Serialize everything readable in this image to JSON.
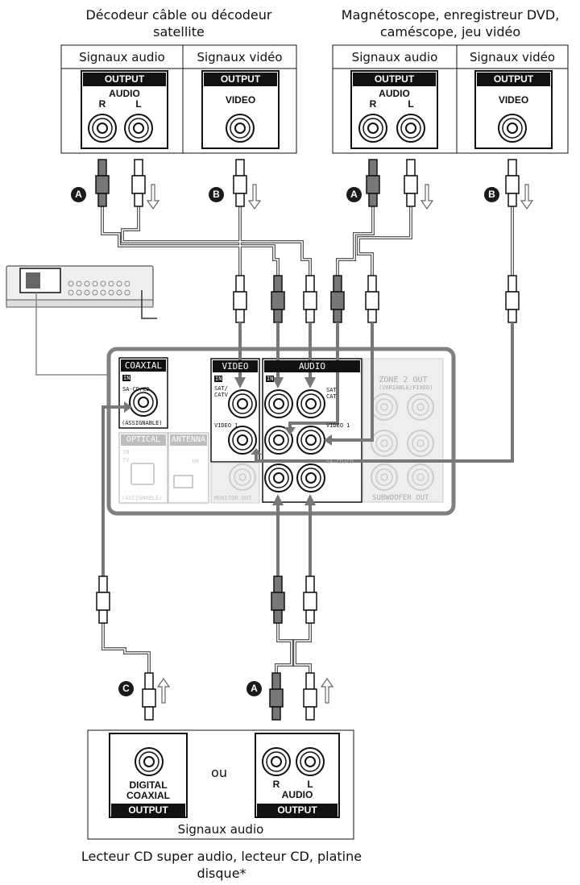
{
  "devices": {
    "cable_box": {
      "caption": "Décodeur câble ou décodeur satellite"
    },
    "vcr": {
      "caption": "Magnétoscope, enregistreur DVD, caméscope, jeu vidéo"
    },
    "cd_player": {
      "caption": "Lecteur CD super audio, lecteur CD, platine disque*"
    }
  },
  "labels": {
    "audio_signals": "Signaux audio",
    "video_signals": "Signaux vidéo",
    "output": "OUTPUT",
    "audio": "AUDIO",
    "video": "VIDEO",
    "r": "R",
    "l": "L",
    "or": "ou",
    "digital": "DIGITAL",
    "coaxial": "COAXIAL"
  },
  "badges": {
    "a": "A",
    "b": "B",
    "c": "C"
  },
  "receiver": {
    "coaxial": "COAXIAL",
    "in": "IN",
    "sacd": "SA-CD/CD",
    "assignable": "(ASSIGNABLE)",
    "optical": "OPTICAL",
    "antenna": "ANTENNA",
    "tv": "TV",
    "fm": "FM",
    "video": "VIDEO",
    "audio": "AUDIO",
    "sat_catv": "SAT/ CATV",
    "video1": "VIDEO 1",
    "sat": "SAT",
    "cat": "CAT",
    "monitor_out": "MONITOR OUT",
    "zone2": "ZONE 2 OUT",
    "zone2_sub": "(VARIABLE/FIXED)",
    "subwoofer": "SUBWOOFER OUT",
    "sacd_small": "SA-CD/CD"
  },
  "colors": {
    "line": "#111111",
    "panel_border": "#808080",
    "inactive": "#bdbdbd",
    "cable": "#666666"
  }
}
